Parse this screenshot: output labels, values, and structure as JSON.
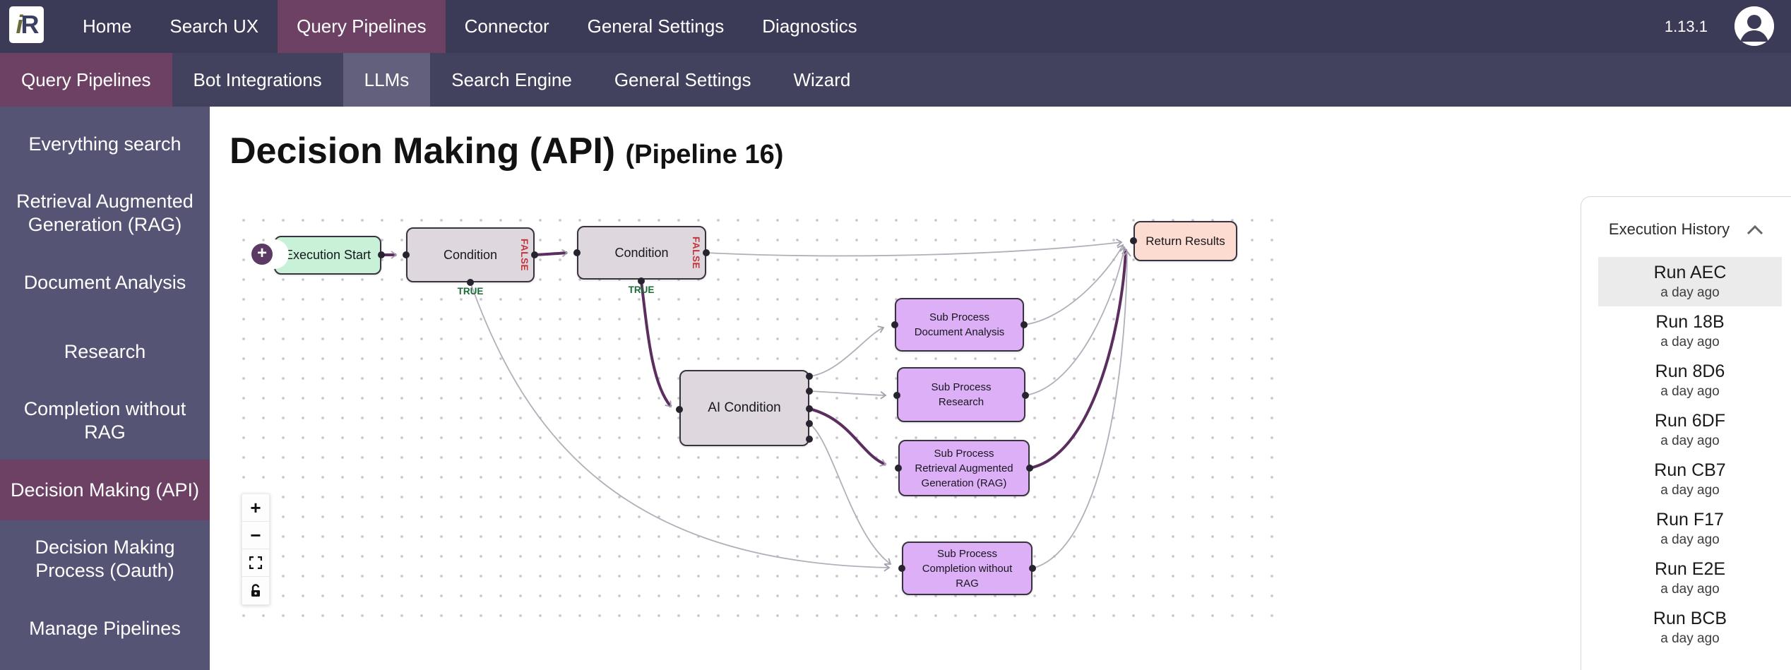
{
  "app": {
    "logo_i": "i",
    "logo_r": "R",
    "version": "1.13.1"
  },
  "top_nav": {
    "items": [
      "Home",
      "Search UX",
      "Query Pipelines",
      "Connector",
      "General Settings",
      "Diagnostics"
    ],
    "active_item": "Query Pipelines"
  },
  "sub_nav": {
    "items": [
      "Query Pipelines",
      "Bot Integrations",
      "LLMs",
      "Search Engine",
      "General Settings",
      "Wizard"
    ],
    "active_item": "Query Pipelines",
    "highlighted_item": "LLMs"
  },
  "sidebar": {
    "items": [
      "Everything search",
      "Retrieval Augmented Generation (RAG)",
      "Document Analysis",
      "Research",
      "Completion without RAG",
      "Decision Making (API)",
      "Decision Making Process (Oauth)",
      "Manage Pipelines"
    ],
    "selected_item": "Decision Making (API)"
  },
  "page": {
    "title": "Decision Making (API)",
    "subtitle": "(Pipeline 16)"
  },
  "flow": {
    "nodes": {
      "start": {
        "label": "Execution Start"
      },
      "condition1": {
        "label": "Condition",
        "true_label": "TRUE",
        "false_label": "FALSE"
      },
      "condition2": {
        "label": "Condition",
        "true_label": "TRUE",
        "false_label": "FALSE"
      },
      "ai_condition": {
        "label": "AI Condition"
      },
      "sub_document_analysis": {
        "label": "Sub Process\nDocument Analysis"
      },
      "sub_research": {
        "label": "Sub Process\nResearch"
      },
      "sub_rag": {
        "label": "Sub Process\nRetrieval Augmented\nGeneration (RAG)"
      },
      "sub_completion": {
        "label": "Sub Process\nCompletion without\nRAG"
      },
      "return_results": {
        "label": "Return Results"
      }
    },
    "icons": {
      "plus": "+",
      "zoom_in": "+",
      "zoom_out": "−"
    }
  },
  "execution_history": {
    "title": "Execution History",
    "runs": [
      {
        "name": "Run AEC",
        "time": "a day ago"
      },
      {
        "name": "Run 18B",
        "time": "a day ago"
      },
      {
        "name": "Run 8D6",
        "time": "a day ago"
      },
      {
        "name": "Run 6DF",
        "time": "a day ago"
      },
      {
        "name": "Run CB7",
        "time": "a day ago"
      },
      {
        "name": "Run F17",
        "time": "a day ago"
      },
      {
        "name": "Run E2E",
        "time": "a day ago"
      },
      {
        "name": "Run BCB",
        "time": "a day ago"
      }
    ]
  },
  "colors": {
    "topnav_bg": "#3c3b57",
    "subnav_bg": "#42415e",
    "nav_active_bg": "#6d4164",
    "nav_highlight_bg": "#62607c",
    "sidebar_bg": "#565475",
    "sidebar_selected_bg": "#6d4164",
    "node_start_fill": "#c8f1d8",
    "node_condition_fill": "#ded8de",
    "node_subprocess_fill": "#dcaff6",
    "node_return_fill": "#fcdbd1",
    "edge_gray": "#b3aeba",
    "edge_purple": "#5c2e60",
    "true_green": "#1a6c35",
    "false_red": "#c1353a",
    "selected_run_bg": "#ebebeb"
  }
}
